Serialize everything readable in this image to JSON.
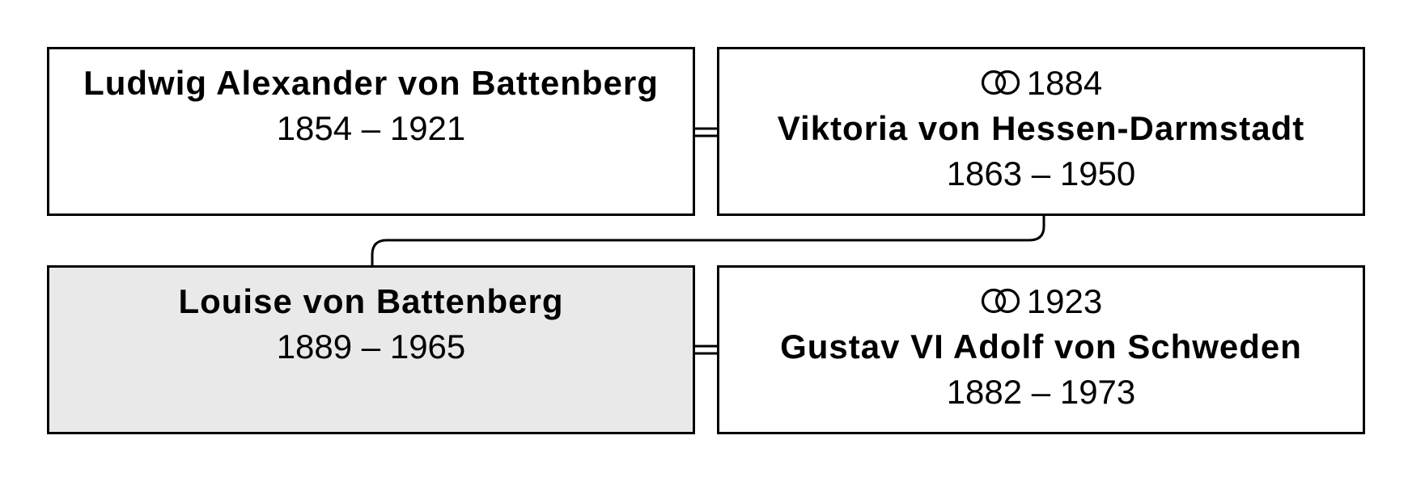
{
  "colors": {
    "border": "#000000",
    "box_background": "#ffffff",
    "highlight_background": "#e9e9e9",
    "text": "#000000"
  },
  "persons": {
    "father": {
      "name": "Ludwig Alexander von Battenberg",
      "dates": "1854 – 1921"
    },
    "mother": {
      "marriage_year": "1884",
      "name": "Viktoria von Hessen-Darmstadt",
      "dates": "1863 – 1950"
    },
    "subject": {
      "name": "Louise von Battenberg",
      "dates": "1889 – 1965"
    },
    "spouse": {
      "marriage_year": "1923",
      "name": "Gustav VI Adolf von Schweden",
      "dates": "1882 – 1973"
    }
  },
  "icons": {
    "marriage": "wedding-rings-icon"
  }
}
